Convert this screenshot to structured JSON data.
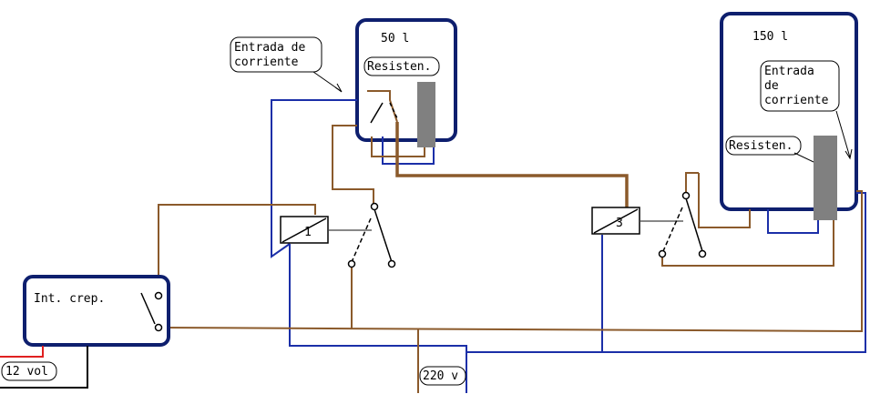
{
  "labels": {
    "tank_small": "50 l",
    "tank_large": "150 l",
    "callout_small_line1": "Entrada de",
    "callout_small_line2": "corriente",
    "callout_large_line1": "Entrada",
    "callout_large_line2": "de",
    "callout_large_line3": "corriente",
    "resistor_small": "Resisten.",
    "resistor_large": "Resisten.",
    "relay_1": "1",
    "relay_3": "3",
    "twilight_switch": "Int. crep.",
    "supply_12v": "12 vol",
    "supply_220v": "220 v"
  },
  "colors": {
    "brown_wire": "#8B5A2B",
    "blue_wire": "#1B2FA8",
    "tank_border": "#0E1F6E",
    "resistor": "#808080",
    "red_wire": "#E02020",
    "gray_link": "#888888"
  }
}
